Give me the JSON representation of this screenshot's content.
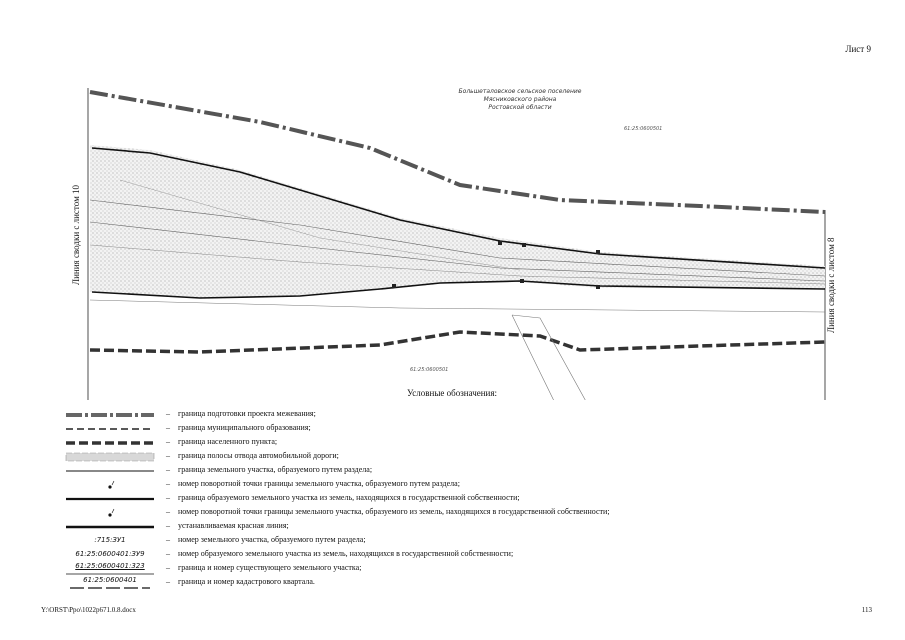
{
  "sheet": {
    "label": "Лист 9",
    "page_number": "113",
    "file_path": "Y:\\ORST\\Ppo\\1022p671.0.8.docx"
  },
  "map": {
    "left_side_label": "Линия сводки с листом 10",
    "right_side_label": "Линия сводки с листом 8",
    "caption_lines": [
      "Большеталовское сельское поселение",
      "Мясниковского района",
      "Ростовской области"
    ],
    "parcel_code_top": "61:25:0600501",
    "parcel_code_bottom": "61:25:0600501"
  },
  "legend": {
    "title": "Условные обозначения:",
    "dash": "–",
    "items": [
      {
        "symbol": "survey-boundary",
        "symbol_text": "",
        "description": "граница подготовки проекта межевания;"
      },
      {
        "symbol": "municipal-boundary",
        "symbol_text": "",
        "description": "граница муниципального образования;"
      },
      {
        "symbol": "settlement-boundary",
        "symbol_text": "",
        "description": "граница населенного пункта;"
      },
      {
        "symbol": "road-strip-boundary",
        "symbol_text": "",
        "description": "граница полосы отвода автомобильной дороги;"
      },
      {
        "symbol": "parcel-split-boundary",
        "symbol_text": "",
        "description": "граница земельного участка, образуемого путем раздела;"
      },
      {
        "symbol": "turn-point-split",
        "symbol_text": "",
        "description": "номер поворотной точки границы земельного участка, образуемого путем раздела;"
      },
      {
        "symbol": "state-parcel-boundary",
        "symbol_text": "",
        "description": "граница образуемого земельного участка из земель, находящихся в государственной собственности;"
      },
      {
        "symbol": "turn-point-state",
        "symbol_text": "",
        "description": "номер поворотной точки границы земельного участка, образуемого из земель, находящихся в государственной собственности;"
      },
      {
        "symbol": "red-line",
        "symbol_text": "",
        "description": "устанавливаемая красная линия;"
      },
      {
        "symbol": "split-parcel-number",
        "symbol_text": ":715:ЗУ1",
        "description": "номер земельного участка, образуемого путем раздела;"
      },
      {
        "symbol": "state-parcel-number",
        "symbol_text": "61:25:0600401:ЗУ9",
        "description": "номер образуемого земельного участка из земель, находящихся в государственной собственности;"
      },
      {
        "symbol": "existing-parcel",
        "symbol_text": "61:25:0600401:323",
        "description": "граница и номер существующего земельного участка;"
      },
      {
        "symbol": "cadastral-quarter",
        "symbol_text": "61:25:0600401",
        "description": "граница и номер кадастрового квартала."
      }
    ]
  }
}
